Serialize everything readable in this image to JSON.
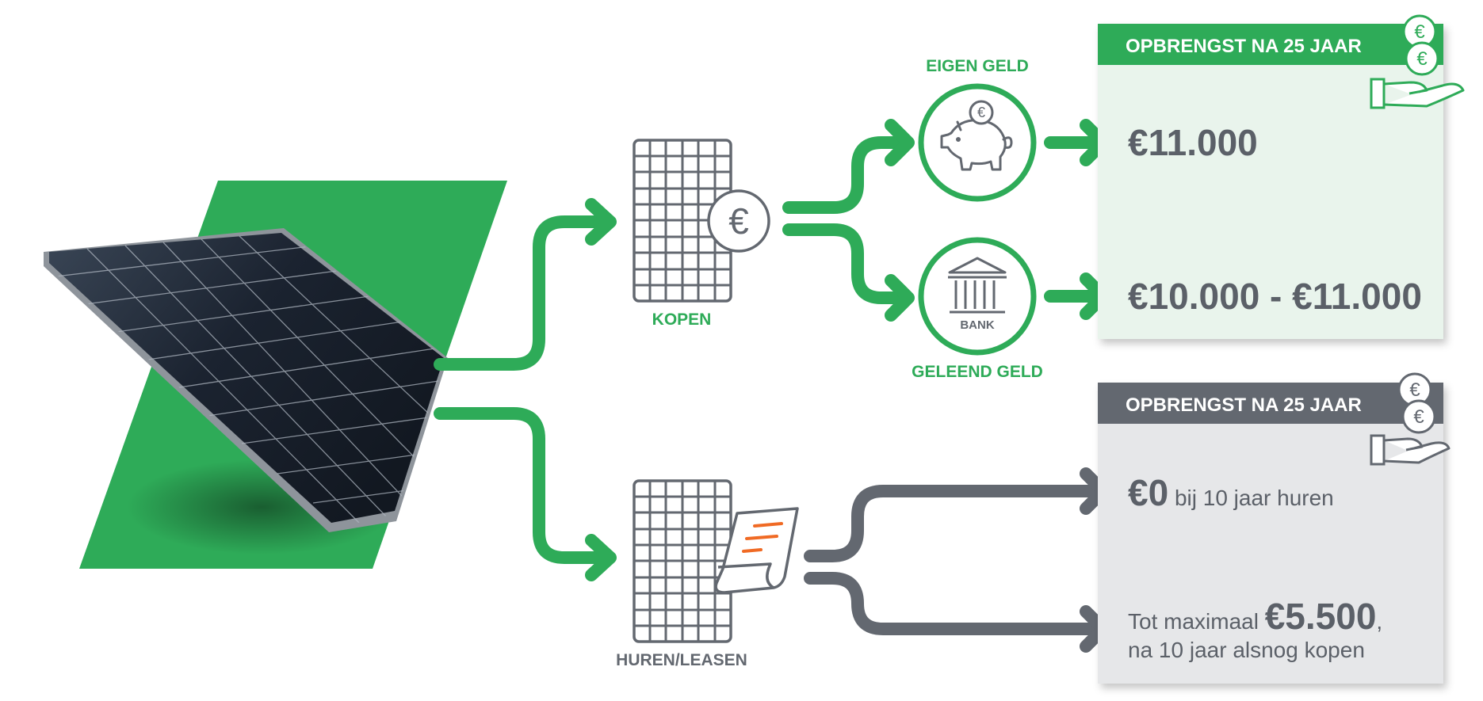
{
  "branches": {
    "kopen_label": "KOPEN",
    "huren_label": "HUREN/LEASEN",
    "eigen_geld_label": "EIGEN GELD",
    "geleend_geld_label": "GELEEND GELD",
    "bank_label": "BANK"
  },
  "boxes": {
    "top": {
      "title": "OPBRENGST NA 25 JAAR",
      "amount_1": "€11.000",
      "amount_2": "€10.000 - €11.000"
    },
    "bottom": {
      "title": "OPBRENGST NA 25 JAAR",
      "line1_amount": "€0",
      "line1_text": " bij 10 jaar huren",
      "line2_prefix": "Tot maximaal ",
      "line2_amount": "€5.500",
      "line2_suffix": ",",
      "line3_text": "na 10 jaar alsnog kopen"
    }
  },
  "icons": {
    "euro_symbol": "€"
  },
  "colors": {
    "green": "#2eab58",
    "gray": "#636870",
    "light_green_bg": "#e9f4ec",
    "light_gray_bg": "#e6e7e9",
    "orange": "#f06a24"
  }
}
